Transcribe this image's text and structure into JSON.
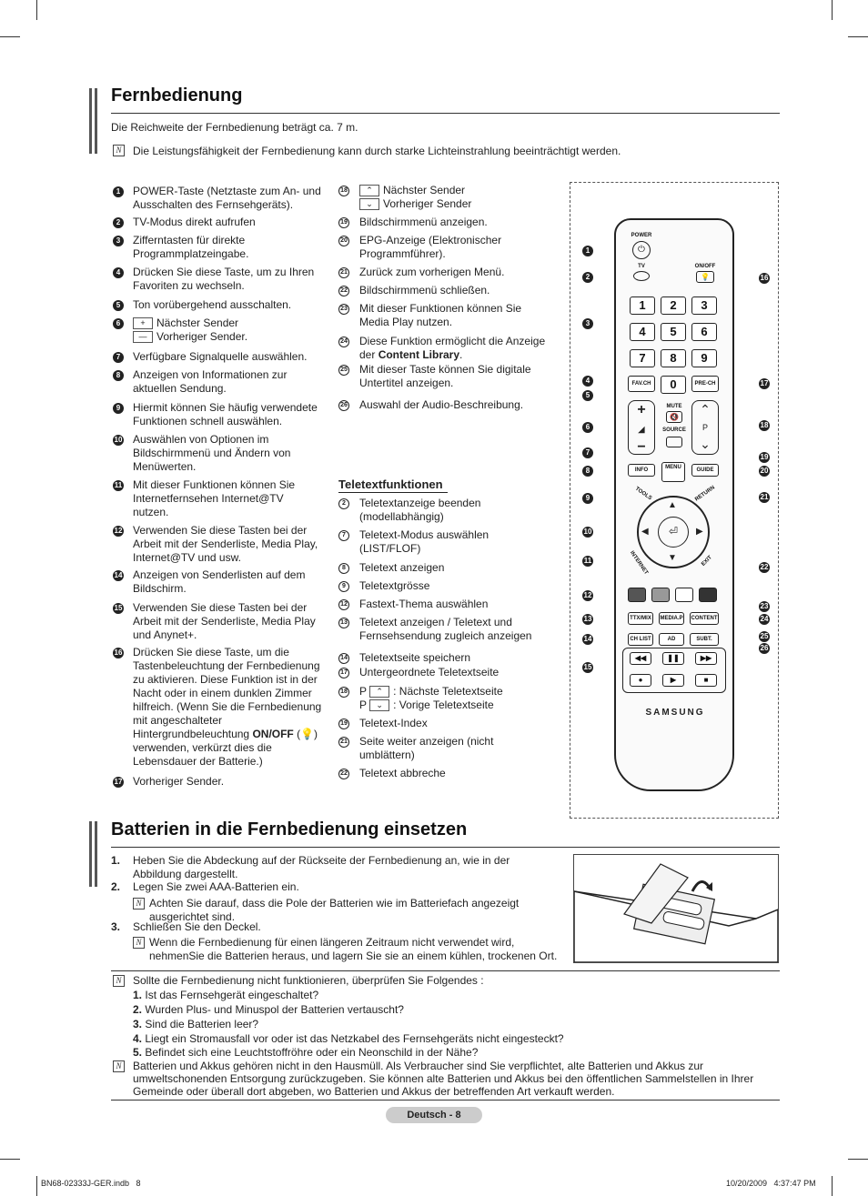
{
  "section1": {
    "title": "Fernbedienung",
    "intro": "Die Reichweite der Fernbedienung beträgt ca. 7 m.",
    "note": "Die Leistungsfähigkeit der Fernbedienung kann durch starke Lichteinstrahlung beeinträchtigt werden."
  },
  "left_items": [
    {
      "n": "1",
      "text": "POWER-Taste (Netztaste zum An- und Ausschalten des Fernsehgeräts)."
    },
    {
      "n": "2",
      "text": "TV-Modus direkt aufrufen"
    },
    {
      "n": "3",
      "text": "Zifferntasten für direkte Programmplatzeingabe."
    },
    {
      "n": "4",
      "text": "Drücken Sie diese Taste, um zu Ihren Favoriten zu wechseln."
    },
    {
      "n": "5",
      "text": "Ton vorübergehend ausschalten."
    },
    {
      "n": "6",
      "line1": "Nächster Sender",
      "line2": "Vorheriger Sender."
    },
    {
      "n": "7",
      "text": "Verfügbare Signalquelle auswählen."
    },
    {
      "n": "8",
      "text": "Anzeigen von Informationen zur aktuellen Sendung."
    },
    {
      "n": "9",
      "text": "Hiermit können Sie häufig verwendete Funktionen schnell auswählen."
    },
    {
      "n": "10",
      "text": "Auswählen von Optionen im Bildschirmmenü und Ändern von Menüwerten."
    },
    {
      "n": "11",
      "text": "Mit dieser Funktionen können Sie Internetfernsehen Internet@TV nutzen."
    },
    {
      "n": "12",
      "text": "Verwenden Sie diese Tasten bei der Arbeit mit der Senderliste, Media Play, Internet@TV und usw."
    },
    {
      "n": "14",
      "text": "Anzeigen von Senderlisten auf dem Bildschirm."
    },
    {
      "n": "15",
      "text": "Verwenden Sie diese Tasten bei der Arbeit mit der Senderliste, Media Play und Anynet+."
    },
    {
      "n": "16",
      "text_a": "Drücken Sie diese Taste, um die Tastenbeleuchtung der Fernbedienung zu aktivieren. Diese Funktion ist in der Nacht oder in einem dunklen Zimmer hilfreich. (Wenn Sie die Fernbedienung mit angeschalteter Hintergrundbeleuchtung ",
      "bold": "ON/OFF",
      "text_b": " (💡) verwenden, verkürzt dies die Lebensdauer der Batterie.)"
    },
    {
      "n": "17",
      "text": "Vorheriger Sender."
    }
  ],
  "mid_items": [
    {
      "n": "18",
      "line1": "Nächster Sender",
      "line2": "Vorheriger Sender"
    },
    {
      "n": "19",
      "text": "Bildschirmmenü anzeigen."
    },
    {
      "n": "20",
      "text": "EPG-Anzeige (Elektronischer Programmführer)."
    },
    {
      "n": "21",
      "text": "Zurück zum vorherigen Menü."
    },
    {
      "n": "22",
      "text": "Bildschirmmenü schließen."
    },
    {
      "n": "23",
      "text": "Mit dieser Funktionen können Sie Media Play nutzen."
    },
    {
      "n": "24",
      "text_a": "Diese Funktion ermöglicht die Anzeige der ",
      "bold": "Content Library",
      "text_b": "."
    },
    {
      "n": "25",
      "text": "Mit dieser Taste können Sie digitale Untertitel anzeigen."
    },
    {
      "n": "26",
      "text": "Auswahl der Audio-Beschreibung."
    }
  ],
  "teletext": {
    "title": "Teletextfunktionen",
    "items": [
      {
        "n": "2",
        "text": "Teletextanzeige beenden (modellabhängig)"
      },
      {
        "n": "7",
        "text": "Teletext-Modus auswählen (LIST/FLOF)"
      },
      {
        "n": "8",
        "text": "Teletext anzeigen"
      },
      {
        "n": "9",
        "text": "Teletextgrösse"
      },
      {
        "n": "12",
        "text": "Fastext-Thema auswählen"
      },
      {
        "n": "13",
        "text": "Teletext anzeigen / Teletext und Fernsehsendung zugleich anzeigen"
      },
      {
        "n": "14",
        "text": "Teletextseite speichern"
      },
      {
        "n": "17",
        "text": "Untergeordnete Teletextseite"
      },
      {
        "n": "18",
        "line1_prefix": "P",
        "line1": ": Nächste Teletextseite",
        "line2_prefix": "P",
        "line2": ": Vorige Teletextseite"
      },
      {
        "n": "19",
        "text": "Teletext-Index"
      },
      {
        "n": "21",
        "text": "Seite weiter anzeigen (nicht umblättern)"
      },
      {
        "n": "22",
        "text": "Teletext abbreche"
      }
    ]
  },
  "remote": {
    "power": "POWER",
    "tv": "TV",
    "onoff": "ON/OFF",
    "digits": [
      "1",
      "2",
      "3",
      "4",
      "5",
      "6",
      "7",
      "8",
      "9",
      "0"
    ],
    "favch": "FAV.CH",
    "prech": "PRE-CH",
    "mute": "MUTE",
    "source": "SOURCE",
    "p": "P",
    "info": "INFO",
    "menu": "MENU",
    "guide": "GUIDE",
    "tools": "TOOLS",
    "return": "RETURN",
    "internet": "INTERNET",
    "exit": "EXIT",
    "ttx": "TTX/MIX",
    "mediap": "MEDIA.P",
    "content": "CONTENT",
    "chlist": "CH LIST",
    "ad": "AD",
    "subt": "SUBT.",
    "brand": "SAMSUNG",
    "callouts_left": [
      "1",
      "2",
      "3",
      "4",
      "5",
      "6",
      "7",
      "8",
      "9",
      "10",
      "11",
      "12",
      "13",
      "14",
      "15"
    ],
    "callouts_right": [
      "16",
      "17",
      "18",
      "19",
      "20",
      "21",
      "22",
      "23",
      "24",
      "25",
      "26"
    ]
  },
  "section2": {
    "title": "Batterien in die Fernbedienung einsetzen",
    "steps": [
      {
        "n": "1.",
        "text": "Heben Sie die Abdeckung auf der Rückseite der Fernbedienung an, wie in der Abbildung dargestellt."
      },
      {
        "n": "2.",
        "text": "Legen Sie zwei AAA-Batterien ein."
      },
      {
        "note": "Achten Sie darauf, dass die Pole der Batterien wie im Batteriefach angezeigt ausgerichtet sind."
      },
      {
        "n": "3.",
        "text": "Schließen Sie den Deckel."
      },
      {
        "note": "Wenn die Fernbedienung für einen längeren Zeitraum nicht verwendet wird, nehmenSie die Batterien heraus, und lagern Sie sie an einem kühlen, trockenen Ort."
      }
    ],
    "check_intro": "Sollte die Fernbedienung nicht funktionieren, überprüfen Sie Folgendes :",
    "checks": [
      {
        "n": "1.",
        "text": "Ist das Fernsehgerät eingeschaltet?"
      },
      {
        "n": "2.",
        "text": "Wurden Plus- und Minuspol der Batterien vertauscht?"
      },
      {
        "n": "3.",
        "text": "Sind die Batterien leer?"
      },
      {
        "n": "4.",
        "text": "Liegt ein Stromausfall vor oder ist das Netzkabel des Fernsehgeräts nicht eingesteckt?"
      },
      {
        "n": "5.",
        "text": "Befindet sich eine Leuchtstoffröhre oder ein Neonschild in der Nähe?"
      }
    ],
    "disposal": "Batterien und Akkus gehören nicht in den Hausmüll. Als Verbraucher sind Sie verpflichtet, alte Batterien und Akkus zur umweltschonenden Entsorgung zurückzugeben. Sie können alte Batterien und Akkus bei den öffentlichen Sammelstellen in Ihrer Gemeinde oder überall dort abgeben, wo Batterien und Akkus der betreffenden Art verkauft werden."
  },
  "footer": {
    "page": "Deutsch - 8",
    "file": "BN68-02333J-GER.indb   8",
    "date": "10/20/2009   4:37:47 PM"
  }
}
